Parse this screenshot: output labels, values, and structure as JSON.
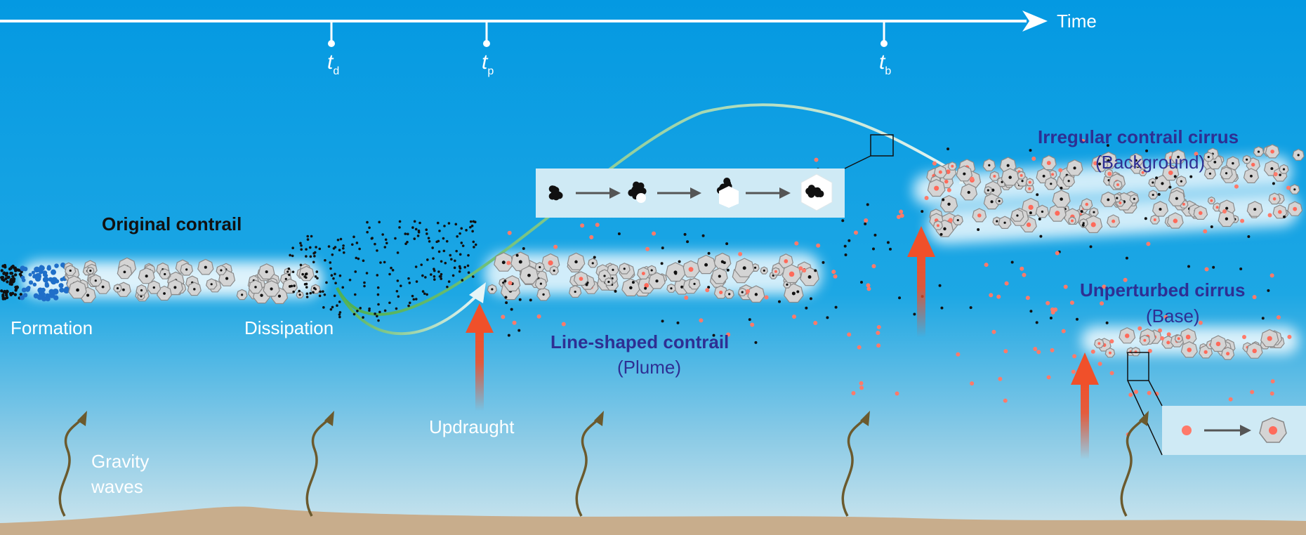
{
  "timeline": {
    "axis_label": "Time",
    "ticks": [
      {
        "symbol": "t",
        "subscript": "d"
      },
      {
        "symbol": "t",
        "subscript": "p"
      },
      {
        "symbol": "t",
        "subscript": "b"
      }
    ]
  },
  "labels": {
    "original_contrail": "Original contrail",
    "formation": "Formation",
    "dissipation": "Dissipation",
    "updraught": "Updraught",
    "gravity_line1": "Gravity",
    "gravity_line2": "waves",
    "line_shaped_title": "Line-shaped contrail",
    "line_shaped_sub": "(Plume)",
    "irregular_title": "Irregular contrail cirrus",
    "irregular_sub": "(Background)",
    "unperturbed_title": "Unperturbed cirrus",
    "unperturbed_sub": "(Base)"
  },
  "colors": {
    "sky_top": "#0499e2",
    "sky_bottom": "#cfe6ee",
    "ground": "#c8ad8c",
    "updraught_arrow": "#f0502a",
    "gravity_wave": "#6b5a2e",
    "title_blue": "#2e2f93",
    "soot": "#111111",
    "aerosol": "#ff8a7a",
    "ice_crystal": "#d4d4d4"
  }
}
